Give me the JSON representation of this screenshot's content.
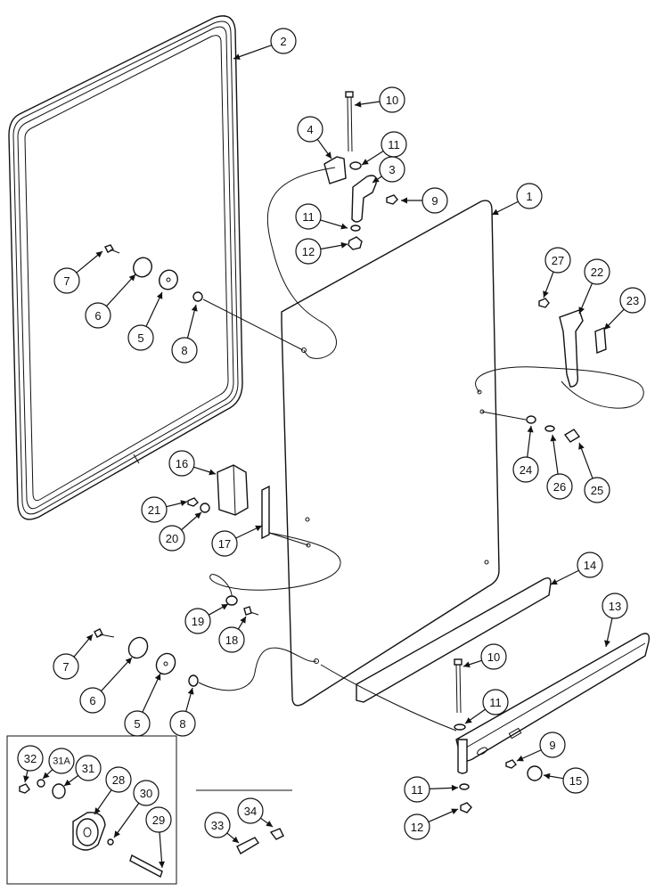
{
  "callouts": [
    {
      "id": "c2",
      "label": "2"
    },
    {
      "id": "c10a",
      "label": "10"
    },
    {
      "id": "c4",
      "label": "4"
    },
    {
      "id": "c11a",
      "label": "11"
    },
    {
      "id": "c3",
      "label": "3"
    },
    {
      "id": "c9a",
      "label": "9"
    },
    {
      "id": "c1",
      "label": "1"
    },
    {
      "id": "c11b",
      "label": "11"
    },
    {
      "id": "c12a",
      "label": "12"
    },
    {
      "id": "c27",
      "label": "27"
    },
    {
      "id": "c22",
      "label": "22"
    },
    {
      "id": "c23",
      "label": "23"
    },
    {
      "id": "c25b",
      "label": "25"
    },
    {
      "id": "c7a",
      "label": "7"
    },
    {
      "id": "c6a",
      "label": "6"
    },
    {
      "id": "c5a",
      "label": "5"
    },
    {
      "id": "c8a",
      "label": "8"
    },
    {
      "id": "c24",
      "label": "24"
    },
    {
      "id": "c26",
      "label": "26"
    },
    {
      "id": "c25",
      "label": "25"
    },
    {
      "id": "c16",
      "label": "16"
    },
    {
      "id": "c21",
      "label": "21"
    },
    {
      "id": "c20",
      "label": "20"
    },
    {
      "id": "c17",
      "label": "17"
    },
    {
      "id": "c14",
      "label": "14"
    },
    {
      "id": "c13",
      "label": "13"
    },
    {
      "id": "c19",
      "label": "19"
    },
    {
      "id": "c18",
      "label": "18"
    },
    {
      "id": "c7b",
      "label": "7"
    },
    {
      "id": "c10b",
      "label": "10"
    },
    {
      "id": "c6b",
      "label": "6"
    },
    {
      "id": "c5b",
      "label": "5"
    },
    {
      "id": "c8b",
      "label": "8"
    },
    {
      "id": "c11c",
      "label": "11"
    },
    {
      "id": "c9b",
      "label": "9"
    },
    {
      "id": "c15",
      "label": "15"
    },
    {
      "id": "c11d",
      "label": "11"
    },
    {
      "id": "c12b",
      "label": "12"
    },
    {
      "id": "c32",
      "label": "32"
    },
    {
      "id": "c31A",
      "label": "31A"
    },
    {
      "id": "c31",
      "label": "31"
    },
    {
      "id": "c28",
      "label": "28"
    },
    {
      "id": "c30",
      "label": "30"
    },
    {
      "id": "c29",
      "label": "29"
    },
    {
      "id": "c34",
      "label": "34"
    },
    {
      "id": "c33",
      "label": "33"
    }
  ]
}
